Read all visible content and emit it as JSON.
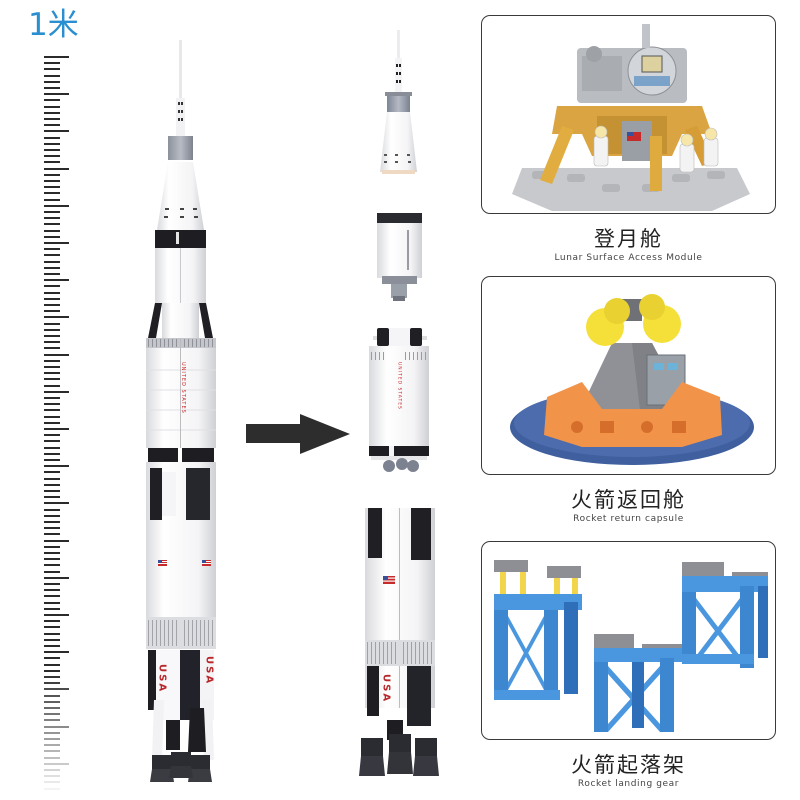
{
  "scale": {
    "label": "1米",
    "color": "#2a8fd1",
    "tick_count": 119,
    "tick_spacing_px": 6.2,
    "long_tick_every": 6
  },
  "rocket_assembled": {
    "label_vertical": "UNITED STATES",
    "usa_mark": "USA",
    "flag": "us-flag"
  },
  "arrow": {
    "direction": "right",
    "color": "#2d2d2d"
  },
  "rocket_disassembled": {
    "stages": [
      {
        "name": "escape-tower-and-command-module"
      },
      {
        "name": "service-module"
      },
      {
        "name": "upper-stage",
        "label_vertical": "UNITED STATES"
      },
      {
        "name": "first-stage",
        "usa_mark": "USA",
        "flag": "us-flag"
      }
    ]
  },
  "panels": [
    {
      "title_zh": "登月舱",
      "title_en": "Lunar Surface Access Module",
      "image": "lunar-module-model"
    },
    {
      "title_zh": "火箭返回舱",
      "title_en": "Rocket return capsule",
      "image": "return-capsule-model"
    },
    {
      "title_zh": "火箭起落架",
      "title_en": "Rocket landing gear",
      "image": "landing-gear-model"
    }
  ]
}
